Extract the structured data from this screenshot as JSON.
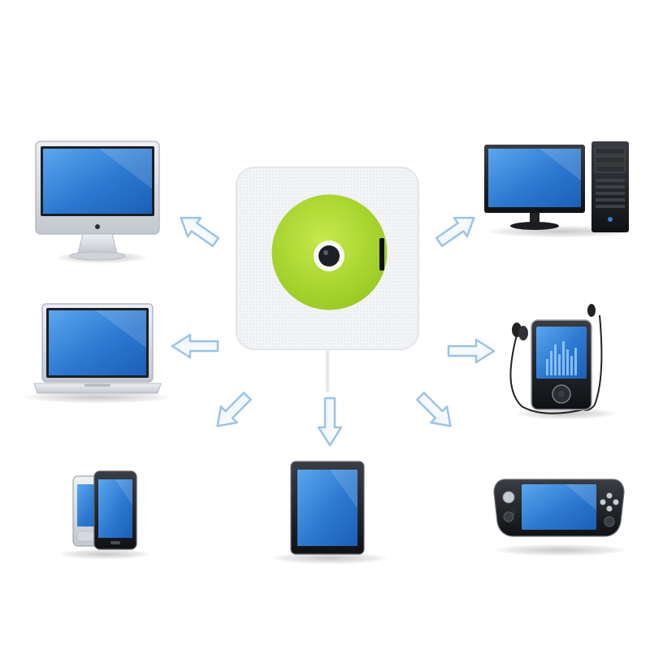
{
  "cd_player": {
    "disc_label": "",
    "colors": {
      "body": "#f4f5f7",
      "disc": "#a9d62e",
      "hub": "#1c1f24"
    }
  },
  "devices": [
    {
      "name": "desktop-monitor",
      "icon": "monitor-icon"
    },
    {
      "name": "desktop-pc",
      "icon": "pc-tower-icon"
    },
    {
      "name": "laptop",
      "icon": "laptop-icon"
    },
    {
      "name": "mp3-player-with-earphones",
      "icon": "music-player-icon"
    },
    {
      "name": "smartphones",
      "icon": "phone-icon"
    },
    {
      "name": "tablet",
      "icon": "tablet-icon"
    },
    {
      "name": "handheld-game-console",
      "icon": "gamepad-icon"
    }
  ],
  "colors": {
    "screen": "#2f7fd6",
    "arrow_stroke": "#9cc3e6",
    "device_silver": "#d9dde2",
    "device_black": "#1b1d21"
  }
}
